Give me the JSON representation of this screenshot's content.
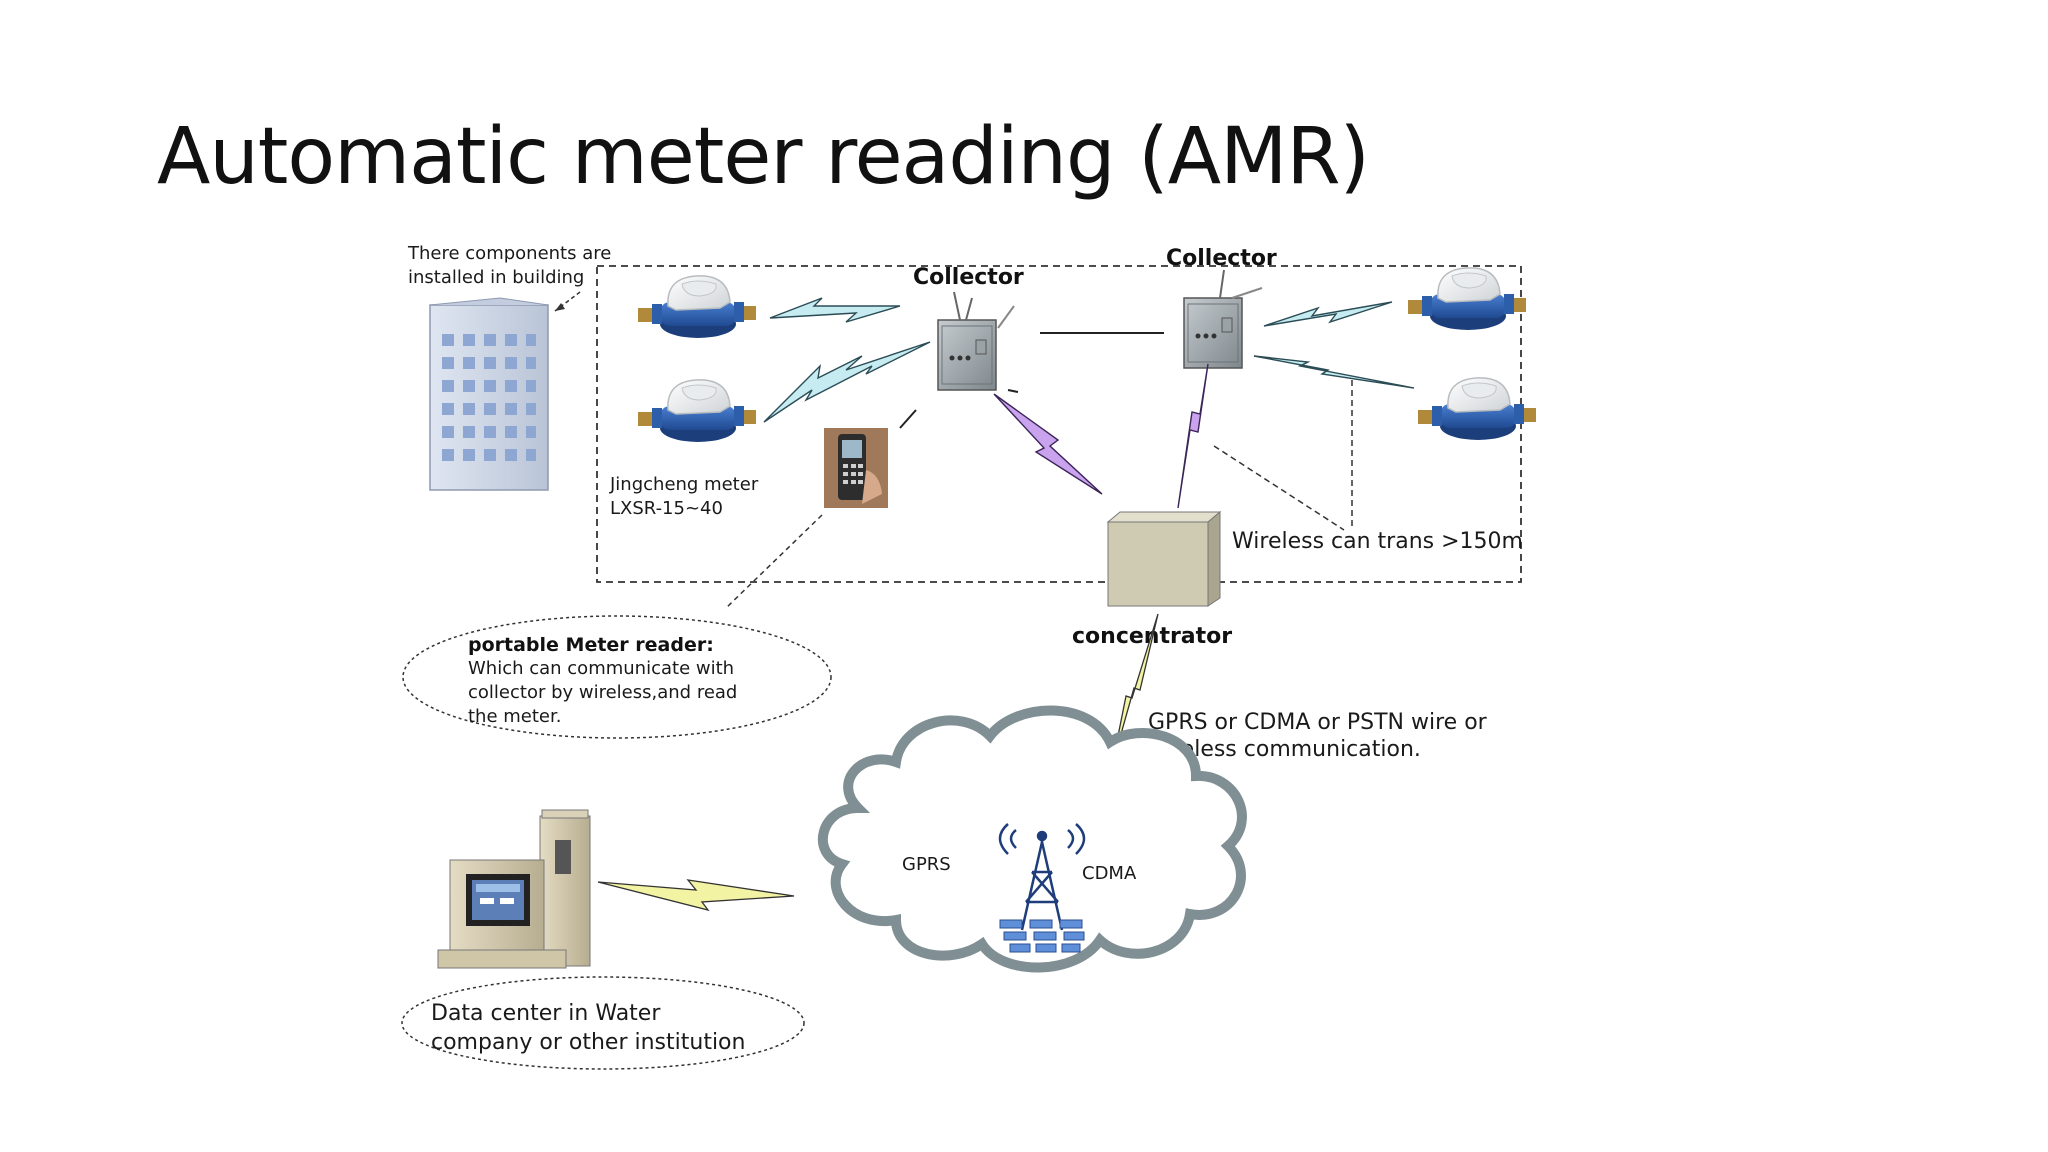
{
  "slide": {
    "title": "Automatic meter reading (AMR)"
  },
  "diagram": {
    "building_note": {
      "line1": "There components are",
      "line2": "installed in building"
    },
    "collector_left": "Collector",
    "collector_right": "Collector",
    "meter_label": {
      "line1": "Jingcheng meter",
      "line2": "LXSR-15~40"
    },
    "concentrator": "concentrator",
    "wireless_range": "Wireless can trans >150m",
    "portable_reader": {
      "title": "portable Meter reader:",
      "line1": "Which can communicate with",
      "line2": "collector by wireless,and read",
      "line3": "the meter."
    },
    "comm_note": {
      "line1": "GPRS or CDMA or PSTN wire or",
      "line2": "wireless communication."
    },
    "cloud_left": "GPRS",
    "cloud_right": "CDMA",
    "data_center": {
      "line1": "Data center in Water",
      "line2": "company or other institution"
    },
    "colors": {
      "meter_blue": "#2c5fb0",
      "bolt_cyan": "#c6ecf2",
      "bolt_purple": "#c9a3ee",
      "bolt_yellow": "#f3f3a4",
      "concentrator_fill": "#cfcbb3",
      "cloud_outline": "#7f8f94"
    }
  }
}
